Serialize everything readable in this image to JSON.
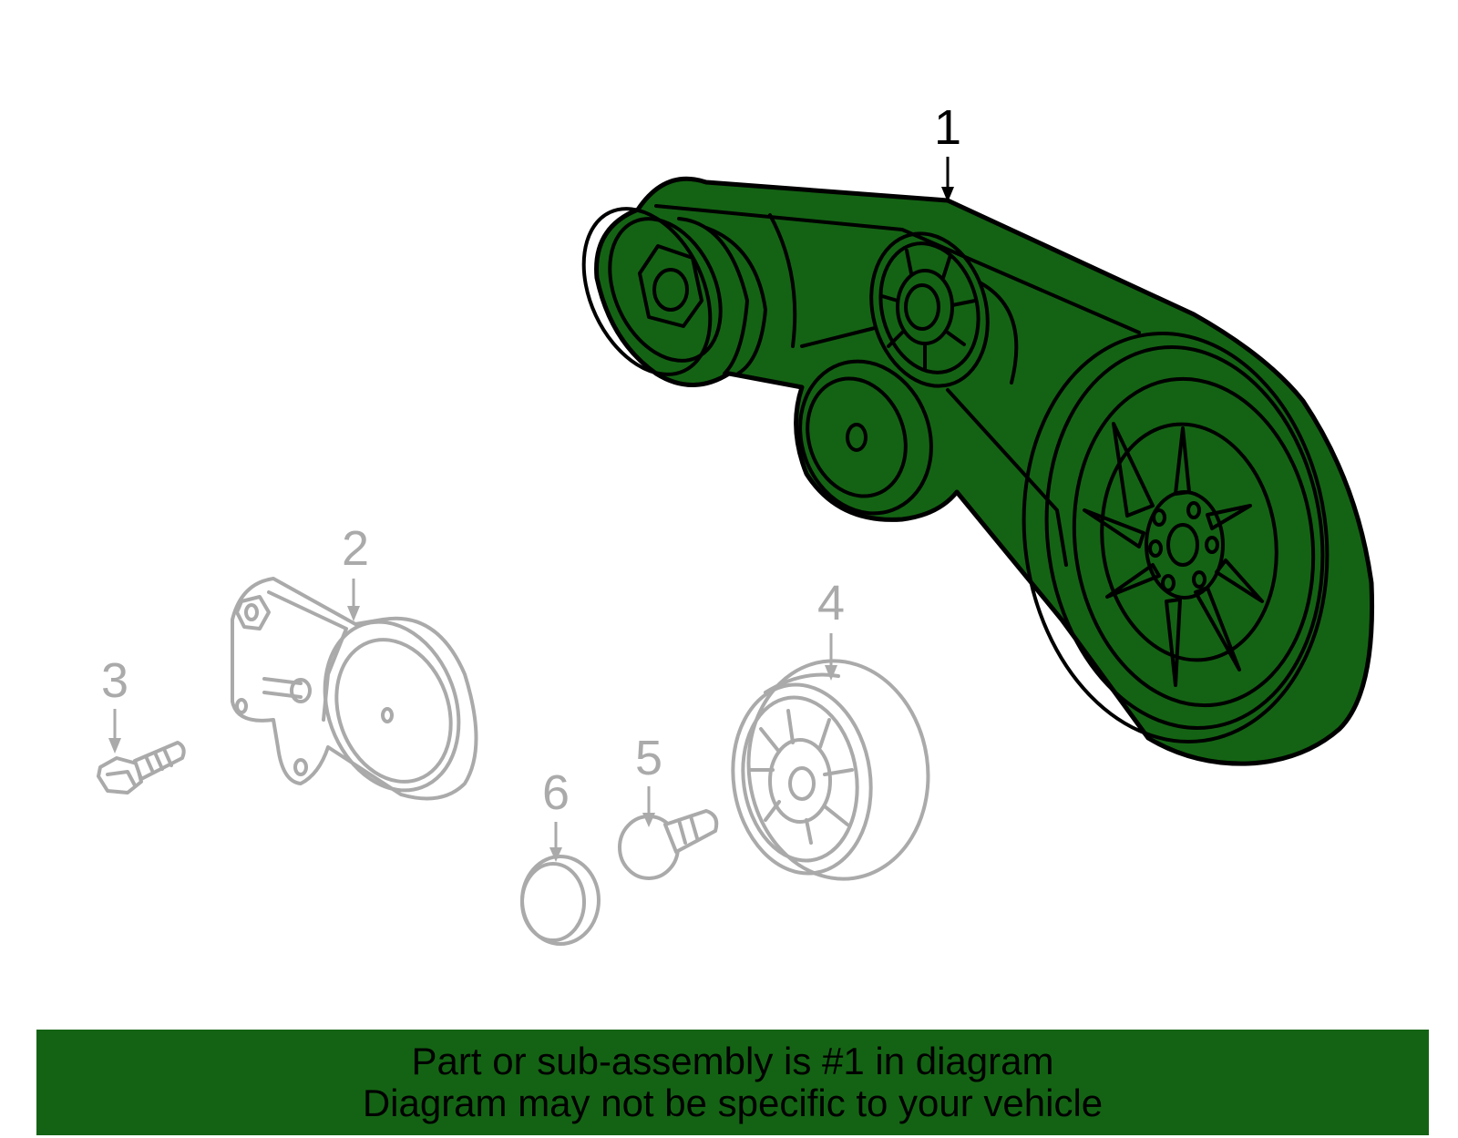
{
  "callouts": [
    {
      "id": "1",
      "label": "1"
    },
    {
      "id": "2",
      "label": "2"
    },
    {
      "id": "3",
      "label": "3"
    },
    {
      "id": "4",
      "label": "4"
    },
    {
      "id": "5",
      "label": "5"
    },
    {
      "id": "6",
      "label": "6"
    }
  ],
  "highlight_color": "#146314",
  "banner": {
    "line1": "Part or sub-assembly is #1 in diagram",
    "line2": "Diagram may not be specific to your vehicle"
  }
}
